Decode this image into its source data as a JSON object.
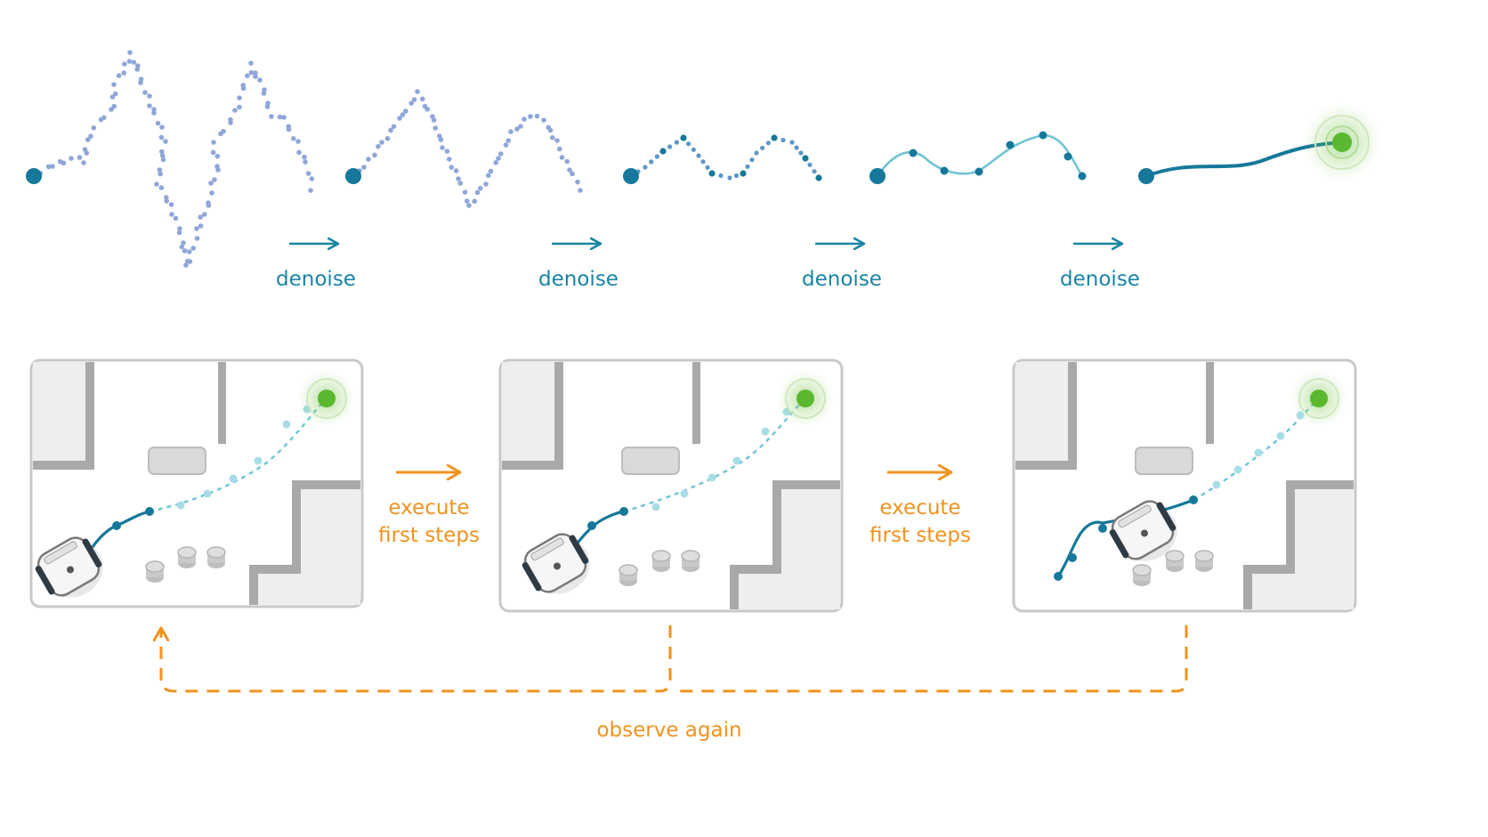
{
  "colors": {
    "noise_dots": "#8fa6d8",
    "mid_dots": "#5d97c6",
    "teal_dark": "#16789a",
    "teal_mid": "#2a9bb0",
    "teal_light": "#6fc4d3",
    "goal_green": "#5ab82e",
    "arrow_teal": "#1a84a4",
    "orange": "#f0921e",
    "map_floor": "#ffffff",
    "map_wall": "#a9a9a9",
    "map_fill": "#eeeeee",
    "map_border": "#c8c8c8"
  },
  "denoise_steps": [
    {
      "label": "denoise"
    },
    {
      "label": "denoise"
    },
    {
      "label": "denoise"
    },
    {
      "label": "denoise"
    }
  ],
  "execute_steps": [
    {
      "line1": "execute",
      "line2": "first steps"
    },
    {
      "line1": "execute",
      "line2": "first steps"
    }
  ],
  "loop_label": "observe again"
}
